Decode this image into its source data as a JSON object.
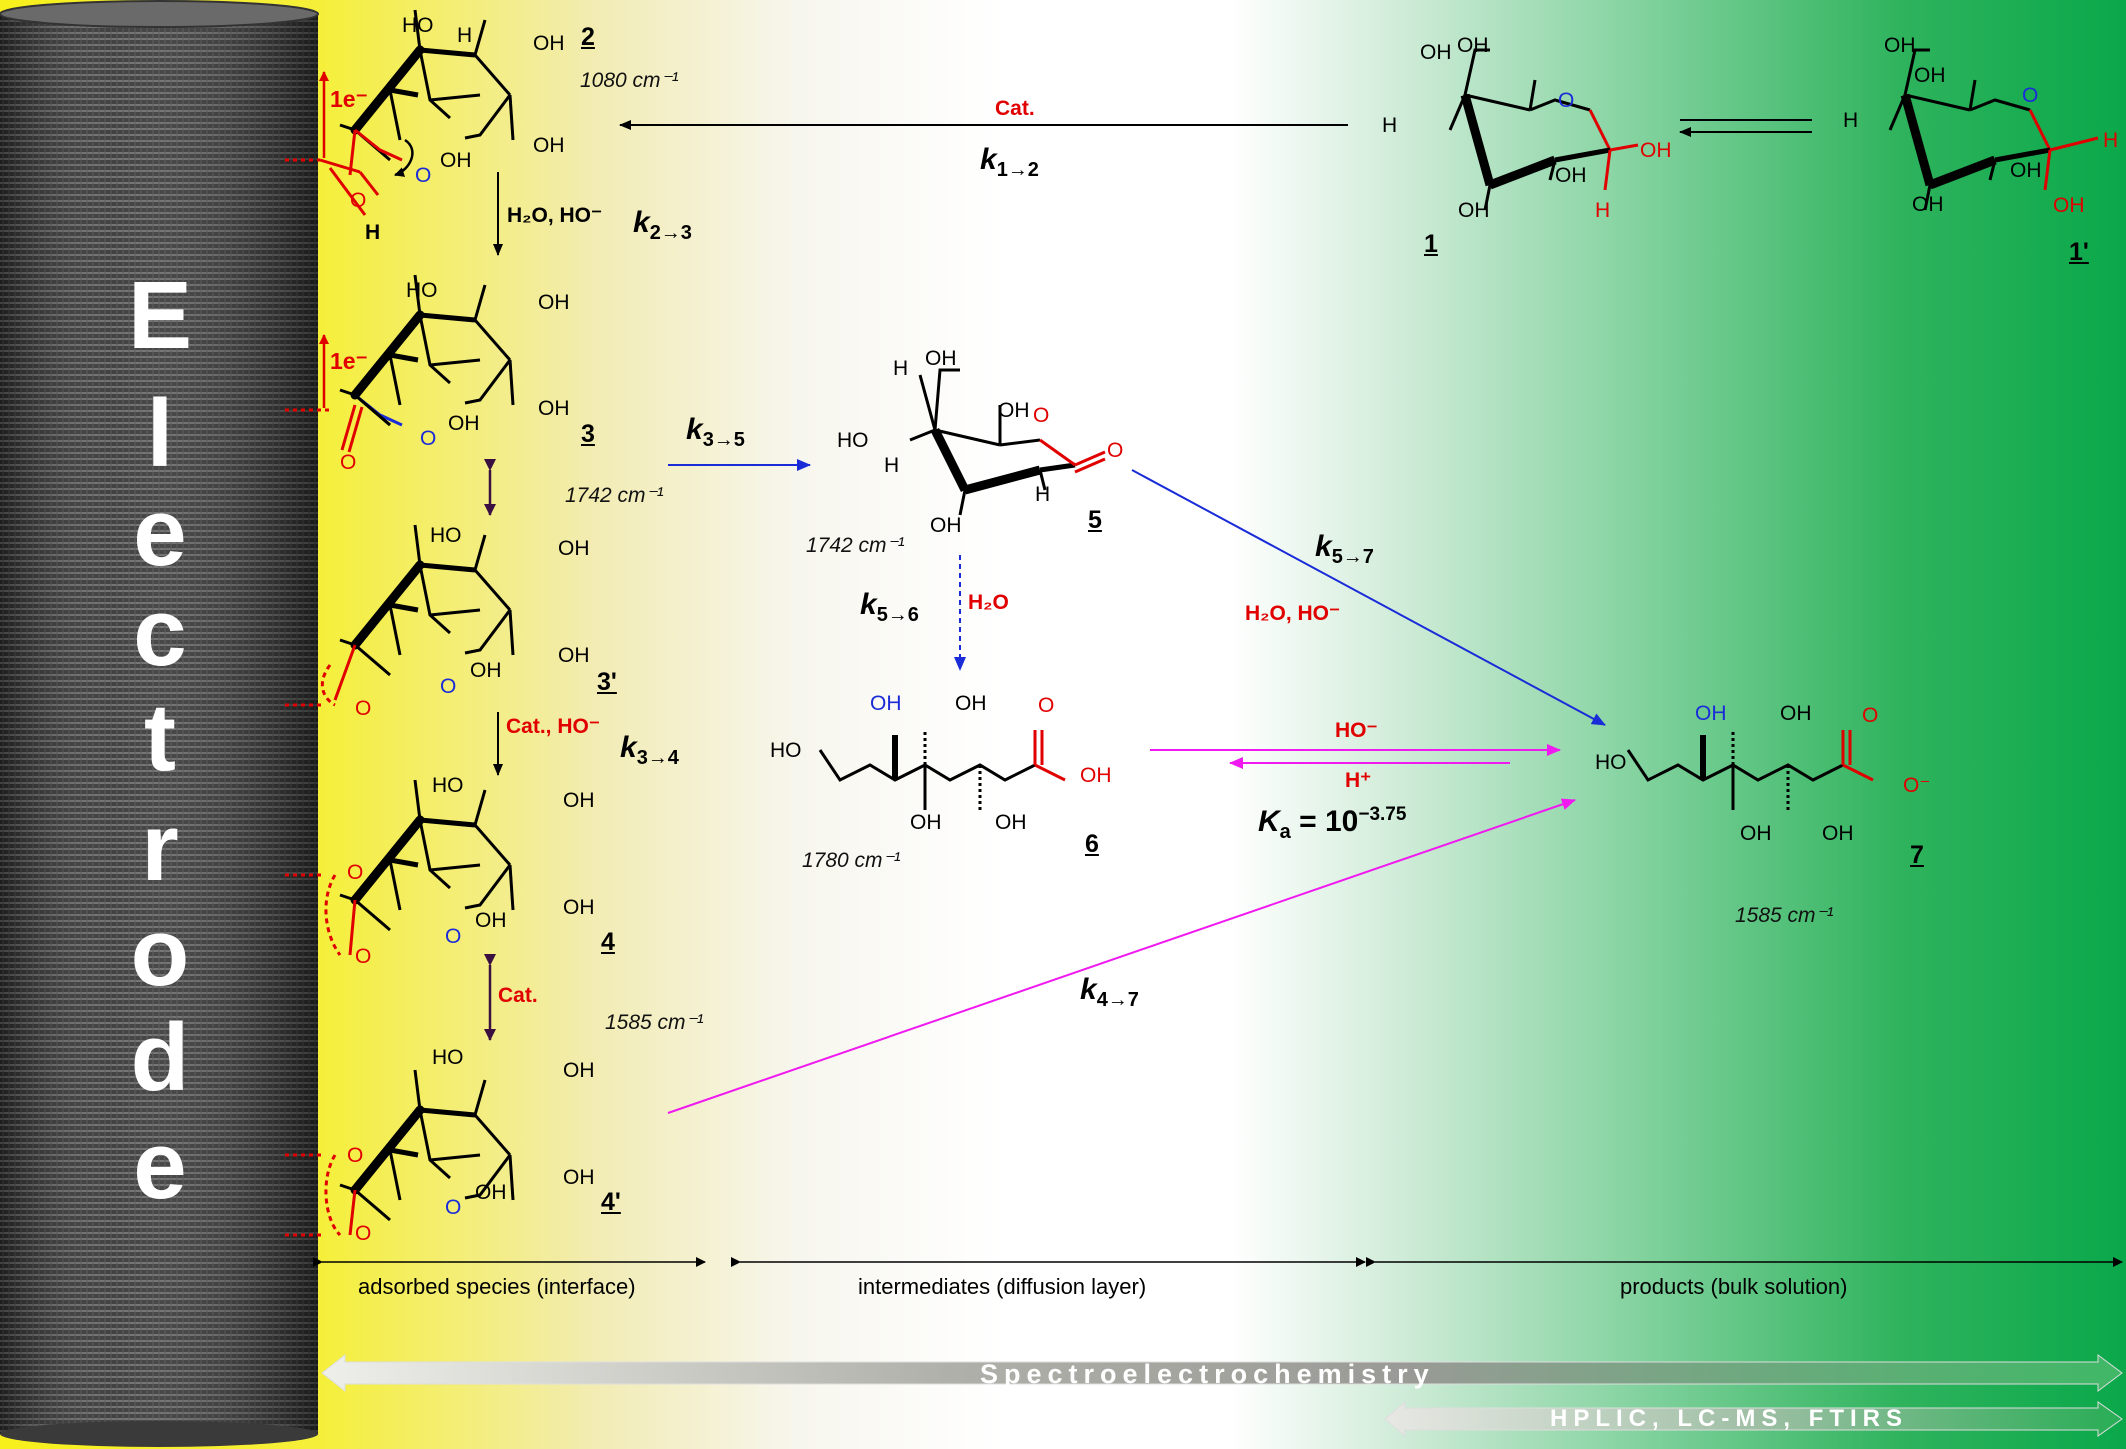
{
  "electrode": {
    "letters": [
      "E",
      "l",
      "e",
      "c",
      "t",
      "r",
      "o",
      "d",
      "e"
    ]
  },
  "compounds": {
    "c2": {
      "number": "2",
      "ir": "1080 cm⁻¹"
    },
    "c3": {
      "number": "3",
      "ir": "1742 cm⁻¹"
    },
    "c3p": {
      "number": "3'"
    },
    "c4": {
      "number": "4",
      "ir": "1585 cm⁻¹"
    },
    "c4p": {
      "number": "4'"
    },
    "c1": {
      "number": "1"
    },
    "c1p": {
      "number": "1'"
    },
    "c5": {
      "number": "5",
      "ir": "1742 cm⁻¹"
    },
    "c6": {
      "number": "6",
      "ir": "1780 cm⁻¹"
    },
    "c7": {
      "number": "7",
      "ir": "1585 cm⁻¹"
    }
  },
  "electron_labels": [
    "1e⁻",
    "1e⁻"
  ],
  "atom_labels": {
    "HO": "HO",
    "OH": "OH",
    "H": "H",
    "O": "O",
    "Ominus": "O⁻",
    "OHfrag": "OH"
  },
  "conditions": {
    "cat_12": "Cat.",
    "h2o_ho_23": "H₂O, HO⁻",
    "cat_ho_34": "Cat., HO⁻",
    "cat_44p": "Cat.",
    "h2o_56": "H₂O",
    "h2o_ho_57": "H₂O, HO⁻",
    "ho_67": "HO⁻",
    "h_76": "H⁺"
  },
  "rates": {
    "k12": {
      "k": "k",
      "sub": "1→2"
    },
    "k23": {
      "k": "k",
      "sub": "2→3"
    },
    "k34": {
      "k": "k",
      "sub": "3→4"
    },
    "k35": {
      "k": "k",
      "sub": "3→5"
    },
    "k56": {
      "k": "k",
      "sub": "5→6"
    },
    "k57": {
      "k": "k",
      "sub": "5→7"
    },
    "k47": {
      "k": "k",
      "sub": "4→7"
    },
    "ka": {
      "k": "K",
      "sub": "a",
      "eq": " = 10",
      "exp": "−3.75"
    }
  },
  "zones": {
    "interface": "adsorbed species (interface)",
    "diffusion": "intermediates (diffusion layer)",
    "bulk": "products (bulk solution)"
  },
  "bands": {
    "spectro": "Spectroelectrochemistry",
    "hplic": "HPLIC, LC-MS, FTIRS"
  },
  "colors": {
    "red": "#e00000",
    "blue": "#1a2bd8",
    "magenta": "#f01af0",
    "dark_purple": "#3a1040",
    "grey_band": "#9a9a96"
  }
}
